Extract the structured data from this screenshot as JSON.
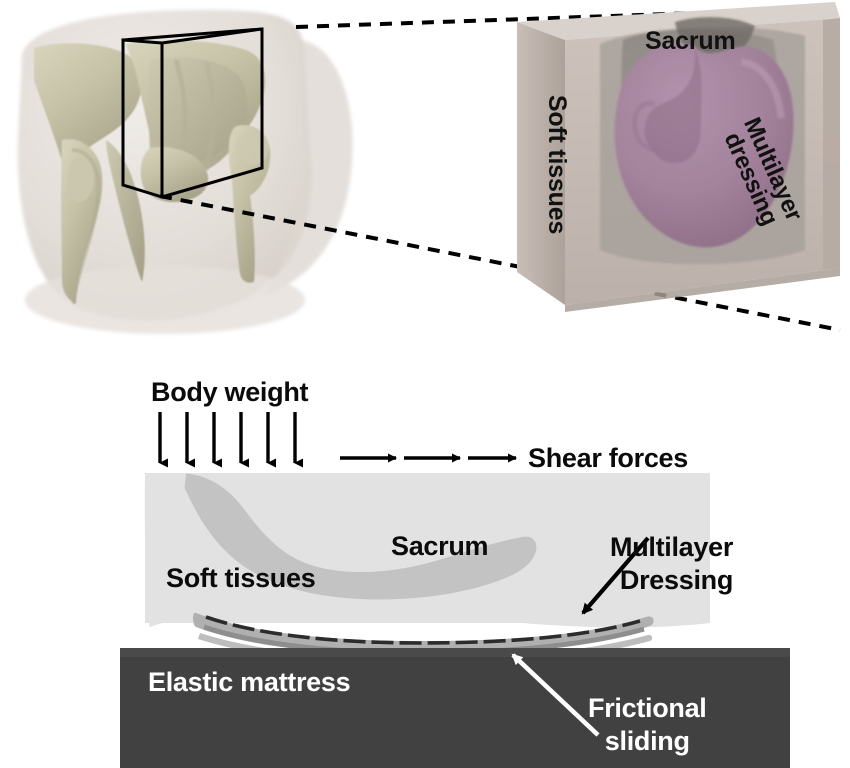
{
  "figure": {
    "title": "Finite element model of sacral soft tissues with multilayer dressing on an elastic mattress",
    "background": "#ffffff"
  },
  "colors": {
    "bone": "#c9c5ab",
    "bone_shadow": "#a9a68c",
    "skin_envelope": "#ded8d2",
    "inset_block": "#c3b9b2",
    "inset_block_side": "#b0a49c",
    "inset_block_top": "#d6cdc7",
    "inset_cavity": "#9a948f",
    "dressing_purple": "#a3819c",
    "dressing_purple_dark": "#8d6c87",
    "soft_tissue": "#e2e2e2",
    "sacrum_gray": "#c3c3c3",
    "dressing_gray": "#b4b4b4",
    "dressing_line": "#2c2c2c",
    "mattress": "#414141",
    "outline": "#000000",
    "label_dark": "#0b0b0b",
    "label_light": "#ffffff"
  },
  "panel_3d": {
    "name": "3d-pelvis-render",
    "description": "Transparent buttock soft-tissue envelope with beige pelvic bones; black wireframe box marks the zoom region over the sacrum",
    "roi_box": {
      "label": "region-of-interest-box",
      "stroke": "#000000",
      "stroke_width": 3
    }
  },
  "connectors": {
    "top_line": {
      "name": "callout-line-top",
      "dash": "12 9",
      "stroke": "#000000",
      "stroke_width": 4
    },
    "bottom_line": {
      "name": "callout-line-bottom",
      "dash": "12 9",
      "stroke": "#000000",
      "stroke_width": 4
    }
  },
  "panel_inset": {
    "name": "zoom-inset-block",
    "labels": {
      "sacrum": "Sacrum",
      "soft_tissues": "Soft tissues",
      "multilayer_dressing_line1": "Multilayer",
      "multilayer_dressing_line2": "dressing"
    }
  },
  "panel_schematic": {
    "name": "sagittal-schematic",
    "labels": {
      "body_weight": "Body weight",
      "shear_forces": "Shear forces",
      "sacrum": "Sacrum",
      "soft_tissues": "Soft tissues",
      "multilayer_line1": "Multilayer",
      "multilayer_line2": "Dressing",
      "elastic_mattress": "Elastic mattress",
      "friction_line1": "Frictional",
      "friction_line2": "sliding"
    },
    "arrows": {
      "body_weight_count": 6,
      "body_weight_direction": "down",
      "shear_count": 3,
      "shear_direction": "right",
      "dressing_pointer": "diagonal-down-left",
      "friction_pointer": "diagonal-up-left"
    }
  }
}
